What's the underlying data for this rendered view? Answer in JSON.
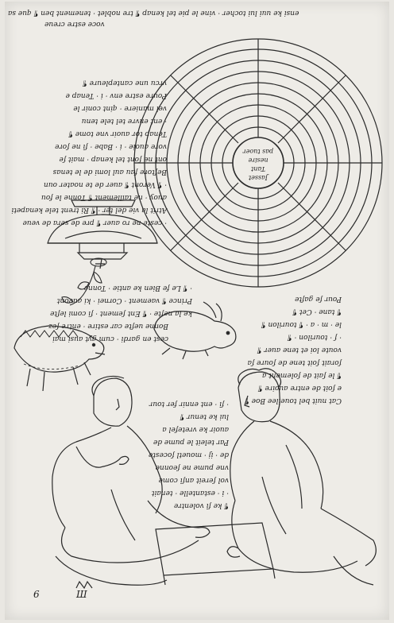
{
  "page": {
    "description_lines": [
      "voce estre creue",
      "ensi ke uui lui tocher · vine le pie tel kenap ¶ tre noblet · tenement ben ¶ que sa"
    ],
    "labyrinth_center_text": [
      "Jasset",
      "Tant",
      "nesire",
      "pas tuoer"
    ],
    "text_upper_right": [
      "· ceste ne ro auer  ¶ pre de sera de veue",
      "Atrit la vie del ter · ¶ Ri trent tele kenapeti",
      "auoy · ne taillement ¶ Tonne le fou",
      "· ¶ Veront ¶ auer de te noater oun",
      "Beſtore fau aul lomi de le tenas",
      "ont ne ſont tel kenap · mait ſe",
      "vore auoie · i · Babe · ſi ne ſore",
      "Tenap tor auoir vne tome ¶",
      "· ent envre tel tele tenu",
      "vel maniere · qint conir le",
      "Poure estre env · i · Tenap e",
      "vrcu une cantepleure ¶"
    ],
    "text_middle_left": [
      "cest en gardi · cum gyt ausi mai",
      "Bonne ueſte car estire · entre ſez",
      "ke la nefte · ¶ Ent ſement · ſi comi leſte",
      "Prince ¶ vaement · Cornei · ki aueont",
      "· ¶ Le fe Bien ke antie · Tonne"
    ],
    "text_center_lines": [
      "Cat nuit bel toueilee Boe ¶",
      "e ſoit de entre auoire ¶",
      "¶ le ſait de ſolement a",
      "ſorait ſoit tene de ſoure ſa",
      "voute loi et tene auer ¶",
      "· ſ · tourilon · ¶",
      "le · m · a · ¶ tourilon ¶",
      "¶ tane · Cet ¶",
      "Pour ſe gaſte"
    ],
    "text_lower_center": [
      "¶ ke ſi volentre",
      "· i · estantelle · tenait",
      "vol ſereit anſi come",
      "vne pume ne ſeonne",
      "de · ij · mouetl ſoceste",
      "Par teleit le pume de",
      "auoir ke vretefel a",
      "lui ke tenur ¶",
      "· ſi · ent ennir fer tour"
    ],
    "corner_marks": [
      "6",
      "Ш"
    ]
  }
}
